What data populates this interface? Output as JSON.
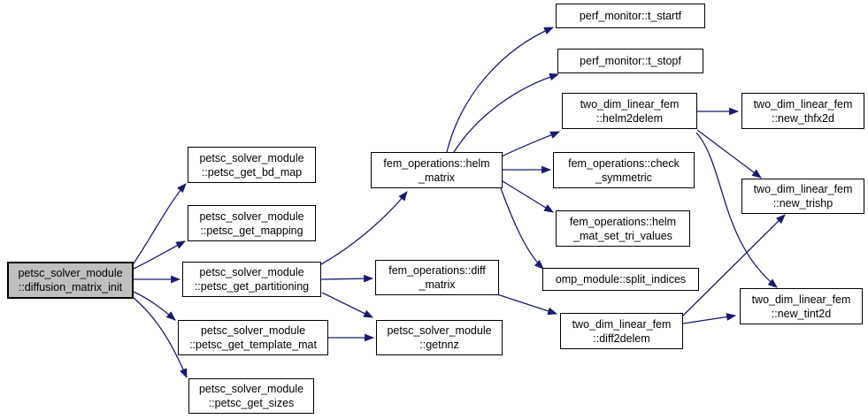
{
  "colors": {
    "edge": "#191970",
    "node-fill": "#ffffff",
    "node-border": "#000000",
    "highlight-fill": "#bfbfbf",
    "background": "#ffffff",
    "text": "#000000"
  },
  "graph": {
    "nodes": [
      {
        "id": "diffusion_matrix_init",
        "label": "petsc_solver_module\n::diffusion_matrix_init",
        "highlighted": true
      },
      {
        "id": "petsc_get_bd_map",
        "label": "petsc_solver_module\n::petsc_get_bd_map"
      },
      {
        "id": "petsc_get_mapping",
        "label": "petsc_solver_module\n::petsc_get_mapping"
      },
      {
        "id": "petsc_get_partitioning",
        "label": "petsc_solver_module\n::petsc_get_partitioning"
      },
      {
        "id": "petsc_get_template_mat",
        "label": "petsc_solver_module\n::petsc_get_template_mat"
      },
      {
        "id": "petsc_get_sizes",
        "label": "petsc_solver_module\n::petsc_get_sizes"
      },
      {
        "id": "helm_matrix",
        "label": "fem_operations::helm\n_matrix"
      },
      {
        "id": "diff_matrix",
        "label": "fem_operations::diff\n_matrix"
      },
      {
        "id": "getnnz",
        "label": "petsc_solver_module\n::getnnz"
      },
      {
        "id": "t_startf",
        "label": "perf_monitor::t_startf"
      },
      {
        "id": "t_stopf",
        "label": "perf_monitor::t_stopf"
      },
      {
        "id": "helm2delem",
        "label": "two_dim_linear_fem\n::helm2delem"
      },
      {
        "id": "check_symmetric",
        "label": "fem_operations::check\n_symmetric"
      },
      {
        "id": "helm_mat_set_tri_values",
        "label": "fem_operations::helm\n_mat_set_tri_values"
      },
      {
        "id": "split_indices",
        "label": "omp_module::split_indices"
      },
      {
        "id": "diff2delem",
        "label": "two_dim_linear_fem\n::diff2delem"
      },
      {
        "id": "new_thfx2d",
        "label": "two_dim_linear_fem\n::new_thfx2d"
      },
      {
        "id": "new_trishp",
        "label": "two_dim_linear_fem\n::new_trishp"
      },
      {
        "id": "new_tint2d",
        "label": "two_dim_linear_fem\n::new_tint2d"
      }
    ],
    "edges": [
      {
        "from": "diffusion_matrix_init",
        "to": "petsc_get_bd_map"
      },
      {
        "from": "diffusion_matrix_init",
        "to": "petsc_get_mapping"
      },
      {
        "from": "diffusion_matrix_init",
        "to": "petsc_get_partitioning"
      },
      {
        "from": "diffusion_matrix_init",
        "to": "petsc_get_template_mat"
      },
      {
        "from": "diffusion_matrix_init",
        "to": "petsc_get_sizes"
      },
      {
        "from": "petsc_get_partitioning",
        "to": "helm_matrix"
      },
      {
        "from": "petsc_get_partitioning",
        "to": "diff_matrix"
      },
      {
        "from": "petsc_get_partitioning",
        "to": "getnnz"
      },
      {
        "from": "petsc_get_template_mat",
        "to": "getnnz"
      },
      {
        "from": "helm_matrix",
        "to": "t_startf"
      },
      {
        "from": "helm_matrix",
        "to": "t_stopf"
      },
      {
        "from": "helm_matrix",
        "to": "helm2delem"
      },
      {
        "from": "helm_matrix",
        "to": "check_symmetric"
      },
      {
        "from": "helm_matrix",
        "to": "helm_mat_set_tri_values"
      },
      {
        "from": "helm_matrix",
        "to": "split_indices"
      },
      {
        "from": "diff_matrix",
        "to": "diff2delem"
      },
      {
        "from": "helm2delem",
        "to": "new_thfx2d"
      },
      {
        "from": "helm2delem",
        "to": "new_trishp"
      },
      {
        "from": "helm2delem",
        "to": "new_tint2d"
      },
      {
        "from": "diff2delem",
        "to": "new_trishp"
      },
      {
        "from": "diff2delem",
        "to": "new_tint2d"
      }
    ]
  }
}
